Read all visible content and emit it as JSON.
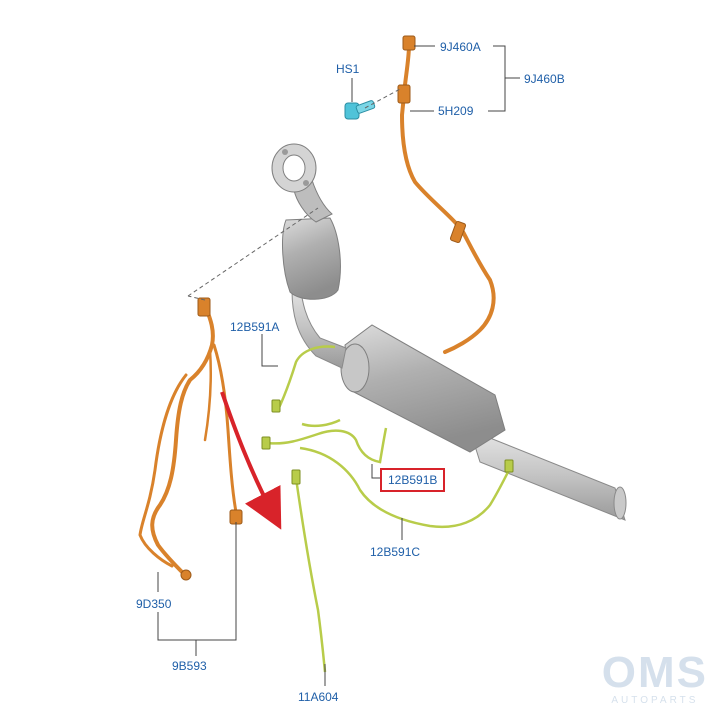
{
  "labels": {
    "hs1": "HS1",
    "p9j460a": "9J460A",
    "p9j460b": "9J460B",
    "p5h209": "5H209",
    "p12b591a": "12B591A",
    "p12b591b": "12B591B",
    "p12b591c": "12B591C",
    "p9d350": "9D350",
    "p9b593": "9B593",
    "p11a604": "11A604"
  },
  "watermark": {
    "main": "OMS",
    "sub": "AUTOPARTS"
  },
  "colors": {
    "label_text": "#1f5fa8",
    "sensor_orange": "#d9822b",
    "harness_green": "#b8cc4a",
    "callout_box": "#d8232a",
    "arrow_red": "#d8232a",
    "exhaust_gray": "#b9b9b9",
    "bolt_cyan": "#4fc3d9"
  }
}
